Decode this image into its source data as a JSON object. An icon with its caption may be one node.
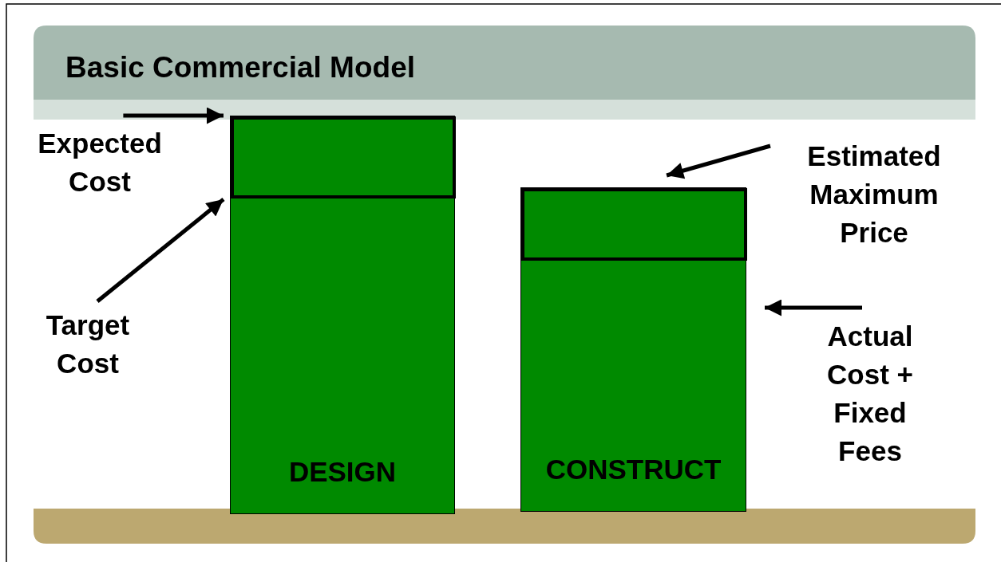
{
  "diagram": {
    "title": "Basic Commercial Model",
    "nodes": [
      {
        "text": [
          "DESIGN"
        ]
      },
      {
        "text": [],
        "shape": "box",
        "in": 0
      },
      {
        "text": [
          "CONSTRUCT"
        ]
      },
      {
        "text": [],
        "shape": "box",
        "in": 2
      },
      {
        "text": [
          "Expected Cost"
        ]
      },
      {
        "text": [
          "Target Cost"
        ]
      },
      {
        "text": [
          "Estimated Maximum Price"
        ]
      },
      {
        "text": [
          "Actual Cost + Fixed Fees"
        ]
      }
    ],
    "edges": [
      {
        "from": 4,
        "to": 1,
        "arrow": "to"
      },
      {
        "from": 5,
        "to": 1,
        "arrow": "to"
      },
      {
        "from": 6,
        "to": 3,
        "arrow": "to"
      },
      {
        "from": 7,
        "to": 2,
        "arrow": "to"
      }
    ]
  }
}
